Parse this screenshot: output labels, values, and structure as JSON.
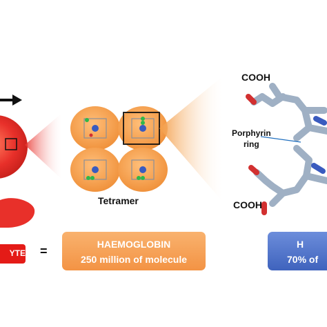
{
  "labels": {
    "tetramer": "Tetramer",
    "porphyrin_line1": "Porphyrin",
    "porphyrin_line2": "ring",
    "cooh_top": "COOH",
    "cooh_bottom": "COOH",
    "equals": "="
  },
  "boxes": {
    "erythrocyte_fragment": "YTE",
    "haemoglobin_title": "HAEMOGLOBIN",
    "haemoglobin_sub": "250 million of molecule",
    "heme_title_fragment": "H",
    "heme_sub_fragment": "70% of"
  },
  "colors": {
    "red_cell": "#e8302a",
    "orange_cell": "#f39c45",
    "haemoglobin_box": "#f6a055",
    "heme_box": "#4f73c9",
    "erythrocyte_box": "#e41b17",
    "molecule_bond": "#9fb0c4",
    "oxygen": "#d23030",
    "nitrogen": "#3a5bbf"
  }
}
